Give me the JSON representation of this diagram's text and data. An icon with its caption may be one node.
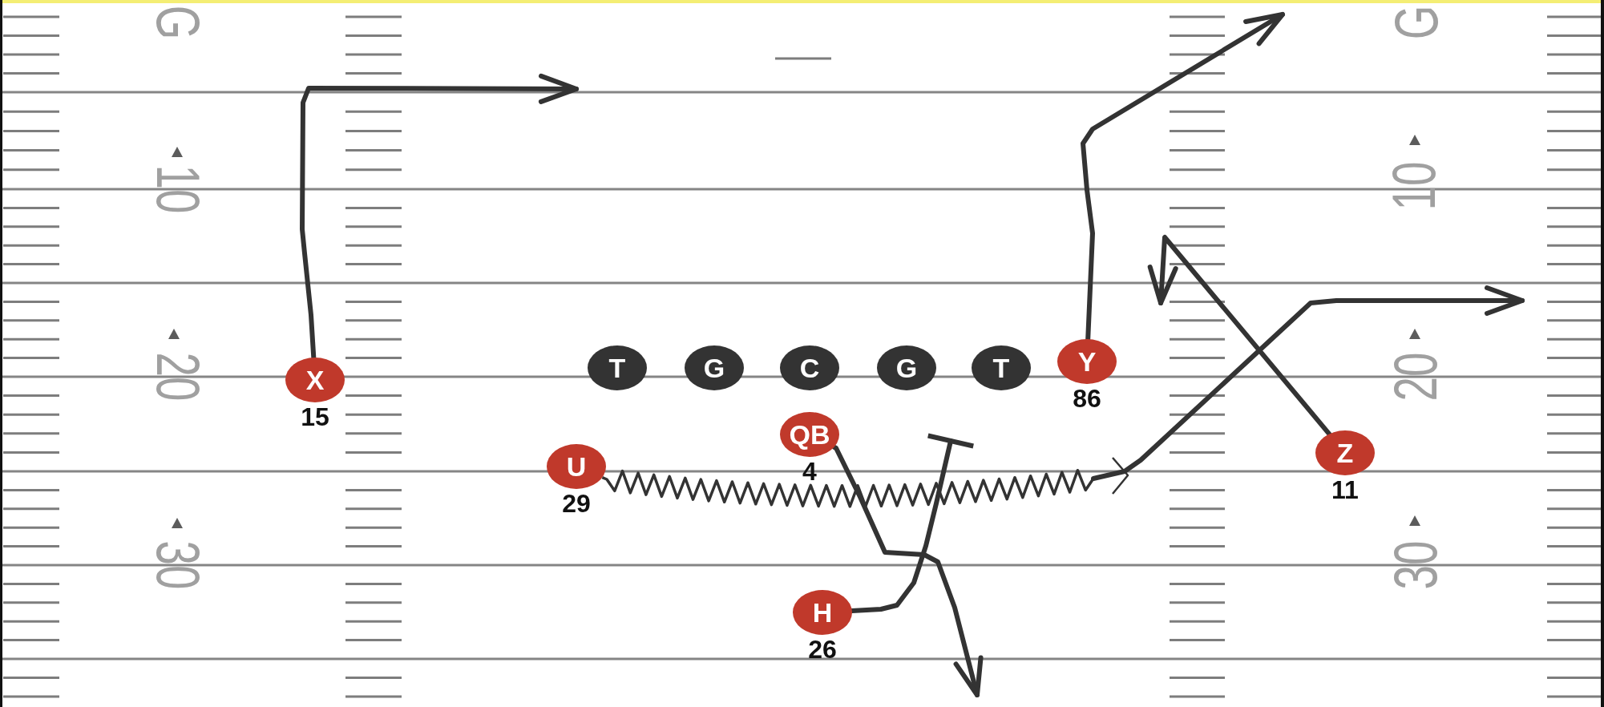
{
  "diagram": {
    "nodes": [
      {
        "text": [
          "X"
        ],
        "beside": [
          "15"
        ]
      },
      {
        "text": [
          "T"
        ]
      },
      {
        "text": [
          "G"
        ]
      },
      {
        "text": [
          "C"
        ]
      },
      {
        "text": [
          "G"
        ]
      },
      {
        "text": [
          "T"
        ]
      },
      {
        "text": [
          "Y"
        ],
        "beside": [
          "86"
        ]
      },
      {
        "text": [
          "U"
        ],
        "beside": [
          "29"
        ]
      },
      {
        "text": [
          "QB"
        ],
        "beside": [
          "4"
        ]
      },
      {
        "text": [
          "Z"
        ],
        "beside": [
          "11"
        ]
      },
      {
        "text": [
          "H"
        ],
        "beside": [
          "26"
        ]
      }
    ],
    "edges": [
      {
        "from": 0,
        "to": null,
        "arrow": "to"
      },
      {
        "from": 6,
        "to": null,
        "arrow": "to"
      },
      {
        "from": 9,
        "to": null,
        "arrow": "to"
      },
      {
        "from": 7,
        "to": null,
        "arrow": "to"
      },
      {
        "from": 8,
        "to": null,
        "arrow": "to"
      },
      {
        "from": 10,
        "to": null,
        "arrow": "other"
      }
    ],
    "labels": [
      "G",
      "G",
      "10",
      "10",
      "20",
      "20",
      "30",
      "30"
    ]
  }
}
